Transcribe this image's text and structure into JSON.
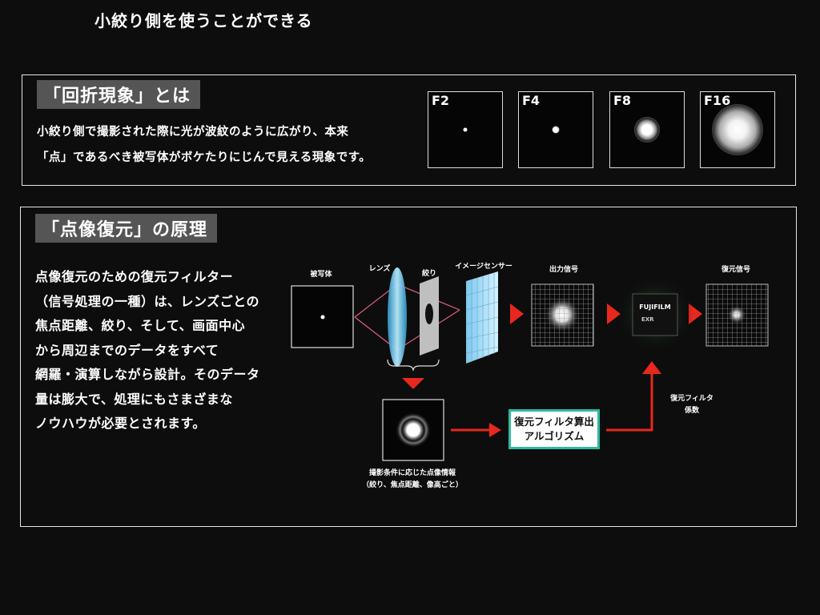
{
  "intro": {
    "text": "小絞り側を使うことができる"
  },
  "section_diffraction": {
    "heading": "「回折現象」とは",
    "lines": [
      "小絞り側で撮影された際に光が波紋のように広がり、本来",
      "「点」であるべき被写体がボケたりにじんで見える現象です。"
    ],
    "apertures": [
      {
        "label": "F2",
        "blur": 1
      },
      {
        "label": "F4",
        "blur": 2
      },
      {
        "label": "F8",
        "blur": 3
      },
      {
        "label": "F16",
        "blur": 4
      }
    ]
  },
  "section_restoration": {
    "heading": "「点像復元」の原理",
    "lines": [
      "点像復元のための復元フィルター",
      "（信号処理の一種）は、レンズごとの",
      "焦点距離、絞り、そして、画面中心",
      "から周辺までのデータをすべて",
      "網羅・演算しながら設計。そのデータ",
      "量は膨大で、処理にもさまざまな",
      "ノウハウが必要とされます。"
    ],
    "diagram": {
      "subject_label": "被写体",
      "lens_label": "レンズ",
      "aperture_label": "絞り",
      "sensor_label": "イメージセンサー",
      "output_label": "出力信号",
      "restored_label": "復元信号",
      "chip_brand": "FUJIFILM",
      "chip_model": "EXR",
      "psf_label": "撮影条件に応じた点像情報",
      "psf_sublabel": "（絞り、焦点距離、像高ごと）",
      "algorithm_line1": "復元フィルタ算出",
      "algorithm_line2": "アルゴリズム",
      "coef_line1": "復元フィルタ",
      "coef_line2": "係数"
    }
  },
  "colors": {
    "accent_red": "#e8281e",
    "algo_border": "#2fb9a0",
    "heading_bg": "#555555",
    "lens_blue": "#7fd3f0",
    "beam_pink": "#e0607c"
  }
}
